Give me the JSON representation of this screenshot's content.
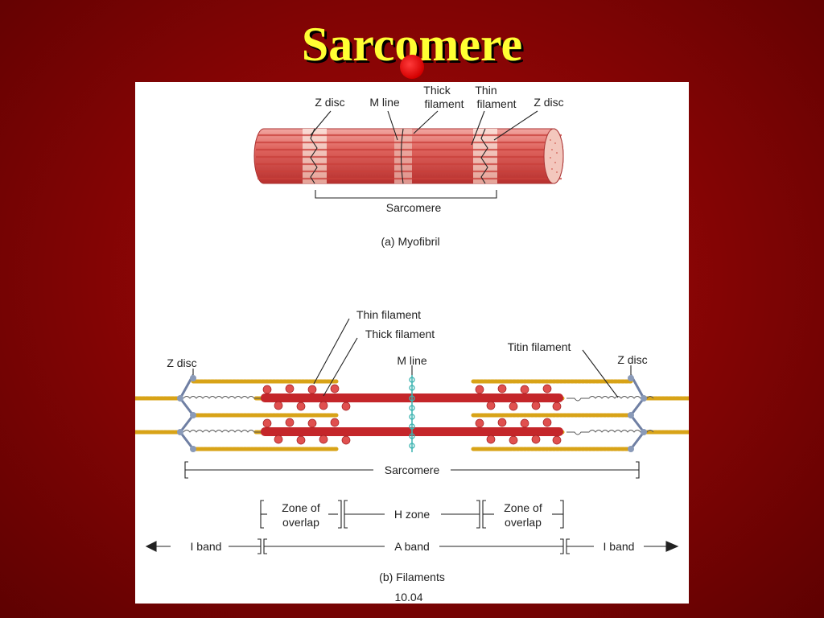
{
  "slide": {
    "title": "Sarcomere"
  },
  "myofibril": {
    "labels": {
      "z_disc_left": "Z disc",
      "m_line": "M line",
      "thick_filament": [
        "Thick",
        "filament"
      ],
      "thin_filament": [
        "Thin",
        "filament"
      ],
      "z_disc_right": "Z disc",
      "sarcomere": "Sarcomere"
    },
    "caption": "(a) Myofibril"
  },
  "filaments": {
    "labels": {
      "thin_filament": "Thin filament",
      "thick_filament": "Thick filament",
      "m_line": "M line",
      "titin_filament": "Titin filament",
      "z_disc_left": "Z disc",
      "z_disc_right": "Z disc",
      "sarcomere": "Sarcomere",
      "zone_of_overlap_left": [
        "Zone of",
        "overlap"
      ],
      "h_zone": "H zone",
      "zone_of_overlap_right": [
        "Zone of",
        "overlap"
      ],
      "i_band_left": "I band",
      "a_band": "A band",
      "i_band_right": "I band"
    },
    "caption": "(b) Filaments",
    "figure_number": "10.04"
  },
  "colors": {
    "title": "#ffff33",
    "background": "#8a0505",
    "myofibril_red": "#d94a4a",
    "thick_filament": "#c4262a",
    "thin_filament": "#d8a317",
    "titin": "#555555",
    "m_line": "#3bb3b0",
    "z_disc": "#8a9ab8"
  }
}
